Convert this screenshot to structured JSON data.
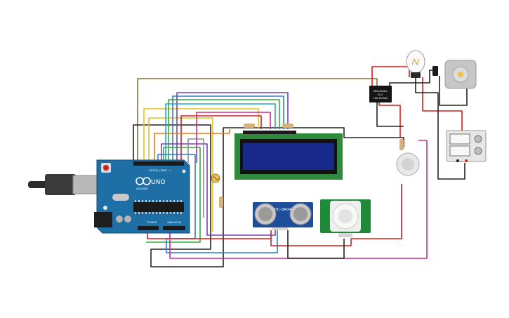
{
  "components": {
    "arduino": {
      "brand_text": "ARDUINO",
      "model_text": "UNO",
      "digital_label": "DIGITAL (PWM ~)",
      "power_label": "POWER",
      "analog_label": "ANALOG IN"
    },
    "ultrasonic": {
      "label": "HC-SR04"
    },
    "relay": {
      "label_lines": [
        "SRD-05VDC",
        "SL-C",
        "10A 250VAC"
      ]
    },
    "lcd": {
      "label": ""
    },
    "pir": {
      "label": ""
    },
    "buzzer": {
      "label": ""
    },
    "bulb": {
      "label": ""
    },
    "dc_motor": {
      "label": ""
    },
    "power_supply": {
      "label": ""
    }
  },
  "wire_colors": {
    "red": "#d01f1f",
    "black": "#222222",
    "orange": "#e87a1e",
    "yellow": "#e8c21a",
    "green": "#2fae3a",
    "blue": "#2a7fd3",
    "purple": "#7a3fb8",
    "magenta": "#c42f9c",
    "brown": "#8a6a3c",
    "gray": "#8d8d8d",
    "cyan": "#22a8c9"
  },
  "board_color": "#1d6fa5",
  "lcd_screen_color": "#1a2a8c",
  "pir_board_color": "#1f8a3a"
}
